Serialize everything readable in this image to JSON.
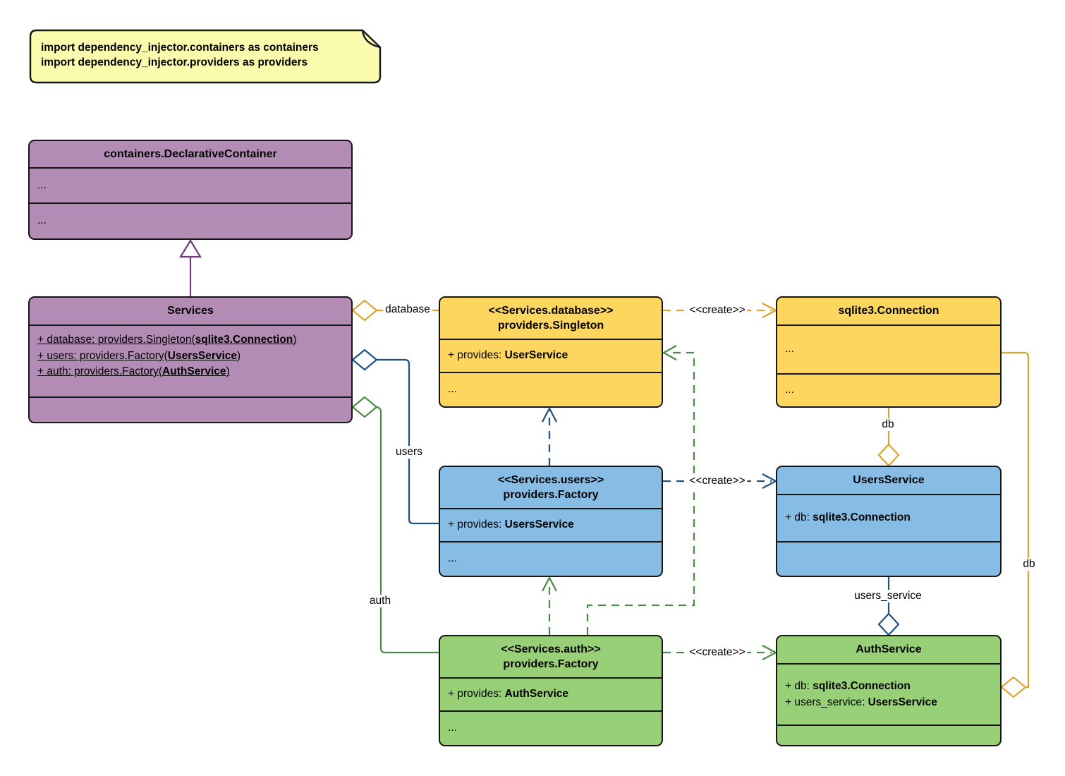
{
  "note": {
    "lines": [
      "import dependency_injector.containers as containers",
      "import dependency_injector.providers as providers"
    ]
  },
  "classes": {
    "declarative_container": {
      "title": "containers.DeclarativeContainer",
      "sections": [
        "...",
        "..."
      ]
    },
    "services": {
      "title": "Services",
      "attributes": [
        {
          "prefix": "+ database: providers.Singleton(",
          "type": "sqlite3.Connection",
          "suffix": ")"
        },
        {
          "prefix": "+ users: providers.Factory(",
          "type": "UsersService",
          "suffix": ")"
        },
        {
          "prefix": "+ auth: providers.Factory(",
          "type": "AuthService",
          "suffix": ")"
        }
      ]
    },
    "database_singleton": {
      "stereotype": "<<Services.database>>",
      "title": "providers.Singleton",
      "provides_prefix": "+ provides: ",
      "provides_type": "UserService",
      "more": "..."
    },
    "sqlite_connection": {
      "title": "sqlite3.Connection",
      "sections": [
        "...",
        "..."
      ]
    },
    "users_factory": {
      "stereotype": "<<Services.users>>",
      "title": "providers.Factory",
      "provides_prefix": "+ provides: ",
      "provides_type": "UsersService",
      "more": "..."
    },
    "users_service": {
      "title": "UsersService",
      "attributes": [
        {
          "prefix": "+ db: ",
          "type": "sqlite3.Connection"
        }
      ]
    },
    "auth_factory": {
      "stereotype": "<<Services.auth>>",
      "title": "providers.Factory",
      "provides_prefix": "+ provides: ",
      "provides_type": "AuthService",
      "more": "..."
    },
    "auth_service": {
      "title": "AuthService",
      "attributes": [
        {
          "prefix": "+ db: ",
          "type": "sqlite3.Connection"
        },
        {
          "prefix": "+ users_service: ",
          "type": "UsersService"
        }
      ]
    }
  },
  "edge_labels": {
    "database": "database",
    "users": "users",
    "auth": "auth",
    "db_users": "db",
    "db_auth": "db",
    "users_service": "users_service",
    "create": "<<create>>"
  },
  "colors": {
    "container_fill": "#b38cb5",
    "singleton_fill": "#fcd65e",
    "factory_users_fill": "#87bde5",
    "factory_auth_fill": "#97d077",
    "note_fill": "#fbfbae",
    "edge_purple": "#6f3a7d",
    "edge_yellow": "#dda42d",
    "edge_blue": "#1f5081",
    "edge_green": "#4d8c46",
    "box_border": "#161616"
  }
}
